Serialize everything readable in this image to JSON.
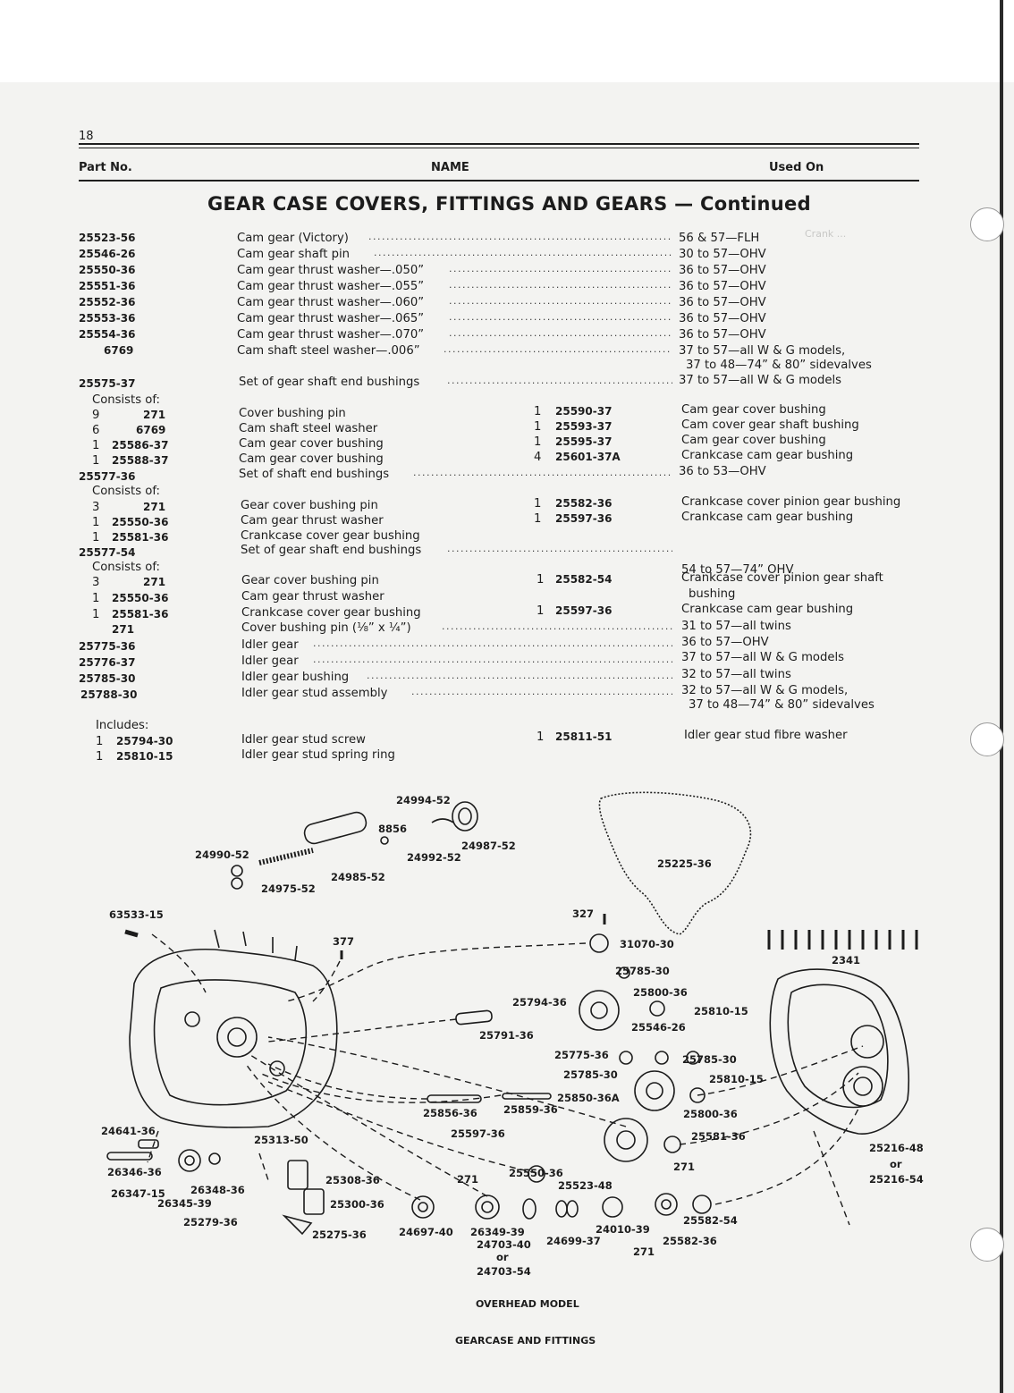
{
  "page": {
    "number": "18",
    "headers": {
      "part_no": "Part No.",
      "name": "NAME",
      "used_on": "Used On"
    },
    "section_title": "GEAR CASE COVERS, FITTINGS AND GEARS — Continued"
  },
  "rows": [
    {
      "part": "25523-56",
      "name": "Cam gear (Victory)",
      "used": "56 & 57—FLH"
    },
    {
      "part": "25546-26",
      "name": "Cam gear shaft pin",
      "used": "30 to 57—OHV"
    },
    {
      "part": "25550-36",
      "name": "Cam gear thrust washer—.050”",
      "used": "36 to 57—OHV"
    },
    {
      "part": "25551-36",
      "name": "Cam gear thrust washer—.055”",
      "used": "36 to 57—OHV"
    },
    {
      "part": "25552-36",
      "name": "Cam gear thrust washer—.060”",
      "used": "36 to 57—OHV"
    },
    {
      "part": "25553-36",
      "name": "Cam gear thrust washer—.065”",
      "used": "36 to 57—OHV"
    },
    {
      "part": "25554-36",
      "name": "Cam gear thrust washer—.070”",
      "used": "36 to 57—OHV"
    },
    {
      "part": "6769",
      "name": "Cam shaft steel washer—.006”",
      "used": "37 to 57—all W & G models,",
      "used2": "37 to 48—74” & 80” sidevalves"
    },
    {
      "part": "25575-37",
      "name": "Set of gear shaft end bushings",
      "used": "37 to 57—all W & G models"
    },
    {
      "part": "25577-36",
      "name": "Set of shaft end bushings",
      "used": "36 to 53—OHV"
    },
    {
      "part": "25577-54",
      "name": "Set of gear shaft end bushings",
      "used": "54 to 57—74” OHV"
    },
    {
      "part": "271",
      "name": "Cover bushing pin (⅛” x ¼”)",
      "used": "31 to 57—all twins"
    },
    {
      "part": "25775-36",
      "name": "Idler gear",
      "used": "36 to 57—OHV"
    },
    {
      "part": "25776-37",
      "name": "Idler gear",
      "used": "37 to 57—all W & G models"
    },
    {
      "part": "25785-30",
      "name": "Idler gear bushing",
      "used": "32 to 57—all twins"
    },
    {
      "part": "25788-30",
      "name": "Idler gear stud assembly",
      "used": "32 to 57—all W & G models,",
      "used2": "37 to 48—74” & 80” sidevalves"
    }
  ],
  "sub": {
    "consists_of": "Consists of:",
    "includes": "Includes:",
    "g1_left": [
      {
        "qty": "9",
        "part": "271",
        "name": "Cover bushing pin"
      },
      {
        "qty": "6",
        "part": "6769",
        "name": "Cam shaft steel washer"
      },
      {
        "qty": "1",
        "part": "25586-37",
        "name": "Cam gear cover bushing"
      },
      {
        "qty": "1",
        "part": "25588-37",
        "name": "Cam gear cover bushing"
      }
    ],
    "g1_right": [
      {
        "qty": "1",
        "part": "25590-37",
        "name": "Cam gear cover bushing"
      },
      {
        "qty": "1",
        "part": "25593-37",
        "name": "Cam cover gear shaft bushing"
      },
      {
        "qty": "1",
        "part": "25595-37",
        "name": "Cam gear cover bushing"
      },
      {
        "qty": "4",
        "part": "25601-37A",
        "name": "Crankcase cam gear bushing"
      }
    ],
    "g2_left": [
      {
        "qty": "3",
        "part": "271",
        "name": "Gear cover bushing pin"
      },
      {
        "qty": "1",
        "part": "25550-36",
        "name": "Cam gear thrust washer"
      },
      {
        "qty": "1",
        "part": "25581-36",
        "name": "Crankcase cover gear bushing"
      }
    ],
    "g2_right": [
      {
        "qty": "1",
        "part": "25582-36",
        "name": "Crankcase cover pinion gear bushing"
      },
      {
        "qty": "1",
        "part": "25597-36",
        "name": "Crankcase cam gear bushing"
      }
    ],
    "g3_left": [
      {
        "qty": "3",
        "part": "271",
        "name": "Gear cover bushing pin"
      },
      {
        "qty": "1",
        "part": "25550-36",
        "name": "Cam gear thrust washer"
      },
      {
        "qty": "1",
        "part": "25581-36",
        "name": "Crankcase cover gear bushing"
      }
    ],
    "g3_right": [
      {
        "qty": "1",
        "part": "25582-54",
        "name": "Crankcase cover pinion gear shaft",
        "name2": "bushing"
      },
      {
        "qty": "1",
        "part": "25597-36",
        "name": "Crankcase cam gear bushing"
      }
    ],
    "g4_left": [
      {
        "qty": "1",
        "part": "25794-30",
        "name": "Idler gear stud screw"
      },
      {
        "qty": "1",
        "part": "25810-15",
        "name": "Idler gear stud spring ring"
      }
    ],
    "g4_right": [
      {
        "qty": "1",
        "part": "25811-51",
        "name": "Idler gear stud fibre washer"
      }
    ]
  },
  "diagram": {
    "labels": [
      "24994-52",
      "8856",
      "24987-52",
      "24992-52",
      "24990-52",
      "24985-52",
      "24975-52",
      "25225-36",
      "63533-15",
      "327",
      "377",
      "31070-30",
      "2341",
      "25785-30",
      "25800-36",
      "25794-36",
      "25810-15",
      "25546-26",
      "25791-36",
      "25775-36",
      "25785-30",
      "25785-30",
      "25810-15",
      "25850-36A",
      "25856-36",
      "25859-36",
      "25800-36",
      "24641-36",
      "25313-50",
      "25597-36",
      "25581-36",
      "25216-48",
      "or",
      "25216-54",
      "26346-36",
      "26347-15",
      "26348-36",
      "26345-39",
      "25308-36",
      "271",
      "25550-36",
      "271",
      "25523-48",
      "25300-36",
      "25279-36",
      "25275-36",
      "24697-40",
      "26349-39",
      "24010-39",
      "24699-37",
      "25582-54",
      "24703-40",
      "271",
      "25582-36",
      "or",
      "24703-54"
    ],
    "caption": "OVERHEAD MODEL",
    "subcaption": "GEARCASE AND FITTINGS"
  }
}
